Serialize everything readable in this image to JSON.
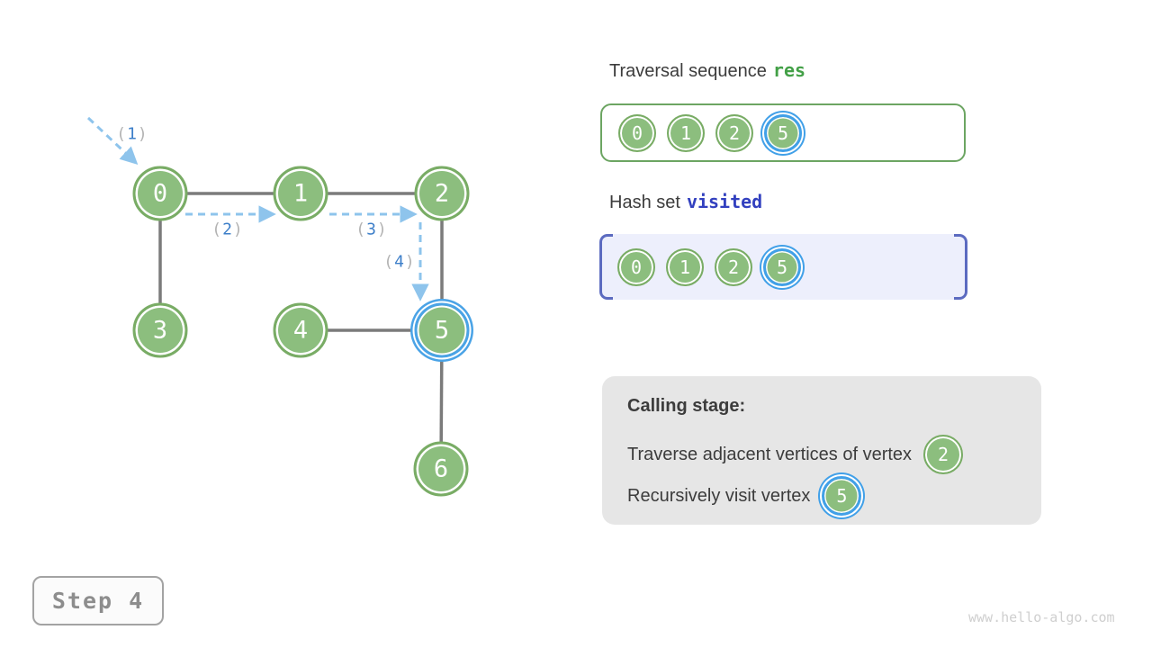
{
  "page": {
    "step_label": "Step 4",
    "watermark": "www.hello-algo.com"
  },
  "graph": {
    "nodes": [
      {
        "label": "0",
        "highlighted": false
      },
      {
        "label": "1",
        "highlighted": false
      },
      {
        "label": "2",
        "highlighted": false
      },
      {
        "label": "3",
        "highlighted": false
      },
      {
        "label": "4",
        "highlighted": false
      },
      {
        "label": "5",
        "highlighted": true
      },
      {
        "label": "6",
        "highlighted": false
      }
    ],
    "edges": [
      [
        "0",
        "1"
      ],
      [
        "1",
        "2"
      ],
      [
        "0",
        "3"
      ],
      [
        "4",
        "5"
      ],
      [
        "2",
        "5"
      ],
      [
        "5",
        "6"
      ]
    ],
    "traversal_arrows": [
      {
        "from": "start",
        "to": "0"
      },
      {
        "from": "0",
        "to": "1"
      },
      {
        "from": "1",
        "to": "2"
      },
      {
        "from": "2",
        "to": "5"
      }
    ],
    "step_labels": [
      {
        "open": "(",
        "digit": "1",
        "close": ")"
      },
      {
        "open": "(",
        "digit": "2",
        "close": ")"
      },
      {
        "open": "(",
        "digit": "3",
        "close": ")"
      },
      {
        "open": "(",
        "digit": "4",
        "close": ")"
      }
    ]
  },
  "panels": {
    "traversal": {
      "title": "Traversal sequence",
      "code": "res",
      "items": [
        "0",
        "1",
        "2",
        "5"
      ],
      "highlight_index": 3
    },
    "visited": {
      "title": "Hash set",
      "code": "visited",
      "items": [
        "0",
        "1",
        "2",
        "5"
      ],
      "highlight_index": 3
    },
    "calling": {
      "title": "Calling stage:",
      "rows": [
        {
          "text": "Traverse adjacent vertices of vertex",
          "chip": "2",
          "chip_highlighted": false
        },
        {
          "text": "Recursively visit vertex",
          "chip": "5",
          "chip_highlighted": true
        }
      ]
    }
  },
  "colors": {
    "node_green_fill": "#8cbe7e",
    "node_green_border": "#79ac65",
    "highlight_blue": "#4aa3e6",
    "edge_gray": "#7b7b7b",
    "arrow_blue": "#8ec4ec",
    "step_digit_blue": "#3d7fc9",
    "step_paren_gray": "#b3b3b3",
    "res_green": "#43a047",
    "visited_indigo": "#3240bf",
    "visited_box_bg": "#edeffc",
    "visited_brace": "#5c6bc0",
    "res_box_border": "#6ca562",
    "calling_bg": "#e6e6e6",
    "step_box_text": "#8d8d8d",
    "watermark_gray": "#cfcfcf",
    "text_dark": "#3c3c3c"
  }
}
